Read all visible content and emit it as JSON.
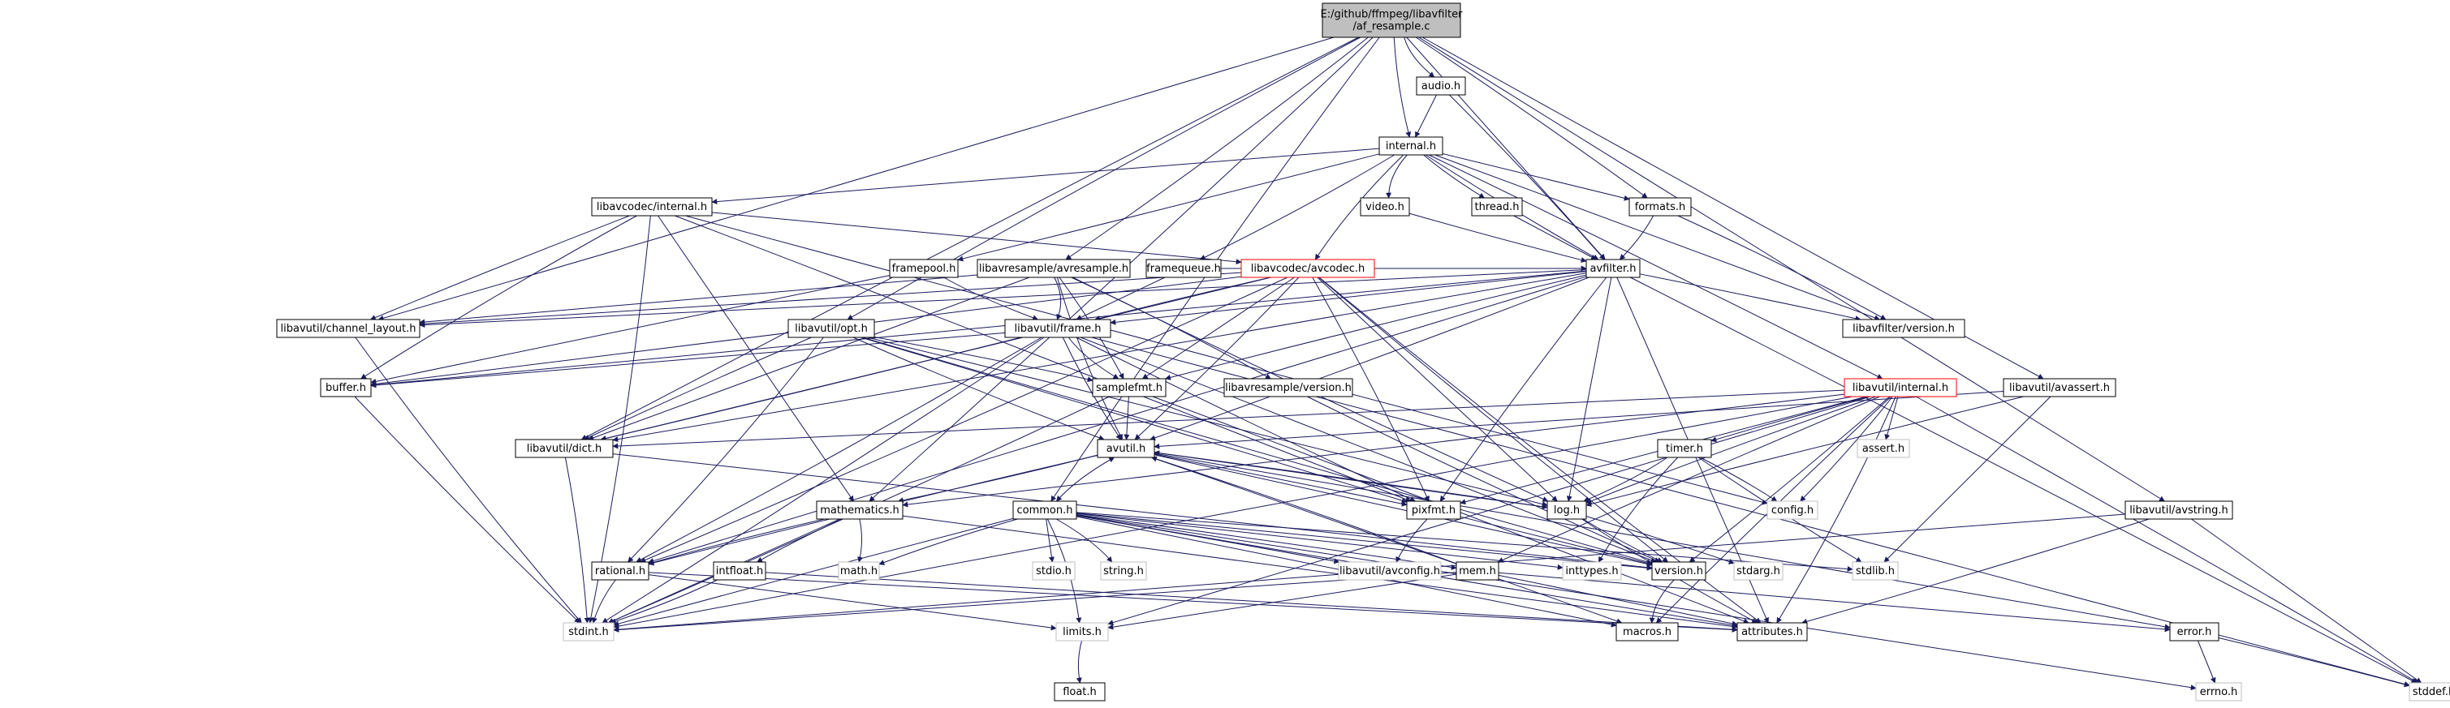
{
  "diagram": {
    "nodes": [
      {
        "id": "root",
        "label": [
          "E:/github/ffmpeg/libavfilter",
          "/af_resample.c"
        ],
        "style": "root"
      },
      {
        "id": "audio",
        "label": [
          "audio.h"
        ],
        "style": "normal"
      },
      {
        "id": "internal",
        "label": [
          "internal.h"
        ],
        "style": "normal"
      },
      {
        "id": "lavc_internal",
        "label": [
          "libavcodec/internal.h"
        ],
        "style": "normal"
      },
      {
        "id": "video",
        "label": [
          "video.h"
        ],
        "style": "normal"
      },
      {
        "id": "thread",
        "label": [
          "thread.h"
        ],
        "style": "normal"
      },
      {
        "id": "formats",
        "label": [
          "formats.h"
        ],
        "style": "normal"
      },
      {
        "id": "framepool",
        "label": [
          "framepool.h"
        ],
        "style": "normal"
      },
      {
        "id": "avresample",
        "label": [
          "libavresample/avresample.h"
        ],
        "style": "normal"
      },
      {
        "id": "framequeue",
        "label": [
          "framequeue.h"
        ],
        "style": "normal"
      },
      {
        "id": "avcodec",
        "label": [
          "libavcodec/avcodec.h"
        ],
        "style": "red"
      },
      {
        "id": "avfilter",
        "label": [
          "avfilter.h"
        ],
        "style": "normal"
      },
      {
        "id": "channel_layout",
        "label": [
          "libavutil/channel_layout.h"
        ],
        "style": "normal"
      },
      {
        "id": "opt",
        "label": [
          "libavutil/opt.h"
        ],
        "style": "normal"
      },
      {
        "id": "frame",
        "label": [
          "libavutil/frame.h"
        ],
        "style": "normal"
      },
      {
        "id": "lavfi_version",
        "label": [
          "libavfilter/version.h"
        ],
        "style": "normal"
      },
      {
        "id": "buffer",
        "label": [
          "buffer.h"
        ],
        "style": "normal"
      },
      {
        "id": "samplefmt",
        "label": [
          "samplefmt.h"
        ],
        "style": "normal"
      },
      {
        "id": "avr_version",
        "label": [
          "libavresample/version.h"
        ],
        "style": "normal"
      },
      {
        "id": "lavu_internal",
        "label": [
          "libavutil/internal.h"
        ],
        "style": "red"
      },
      {
        "id": "avassert",
        "label": [
          "libavutil/avassert.h"
        ],
        "style": "normal"
      },
      {
        "id": "dict",
        "label": [
          "libavutil/dict.h"
        ],
        "style": "normal"
      },
      {
        "id": "avutil",
        "label": [
          "avutil.h"
        ],
        "style": "normal"
      },
      {
        "id": "timer",
        "label": [
          "timer.h"
        ],
        "style": "normal"
      },
      {
        "id": "assert",
        "label": [
          "assert.h"
        ],
        "style": "gray"
      },
      {
        "id": "mathematics",
        "label": [
          "mathematics.h"
        ],
        "style": "normal"
      },
      {
        "id": "common",
        "label": [
          "common.h"
        ],
        "style": "normal"
      },
      {
        "id": "pixfmt",
        "label": [
          "pixfmt.h"
        ],
        "style": "normal"
      },
      {
        "id": "log",
        "label": [
          "log.h"
        ],
        "style": "normal"
      },
      {
        "id": "config",
        "label": [
          "config.h"
        ],
        "style": "gray"
      },
      {
        "id": "avstring",
        "label": [
          "libavutil/avstring.h"
        ],
        "style": "normal"
      },
      {
        "id": "math",
        "label": [
          "math.h"
        ],
        "style": "gray"
      },
      {
        "id": "stdio",
        "label": [
          "stdio.h"
        ],
        "style": "gray"
      },
      {
        "id": "string",
        "label": [
          "string.h"
        ],
        "style": "gray"
      },
      {
        "id": "avconfig",
        "label": [
          "libavutil/avconfig.h"
        ],
        "style": "gray"
      },
      {
        "id": "mem",
        "label": [
          "mem.h"
        ],
        "style": "normal"
      },
      {
        "id": "inttypes",
        "label": [
          "inttypes.h"
        ],
        "style": "gray"
      },
      {
        "id": "version",
        "label": [
          "version.h"
        ],
        "style": "normal"
      },
      {
        "id": "stdarg",
        "label": [
          "stdarg.h"
        ],
        "style": "gray"
      },
      {
        "id": "stdlib",
        "label": [
          "stdlib.h"
        ],
        "style": "gray"
      },
      {
        "id": "rational",
        "label": [
          "rational.h"
        ],
        "style": "normal"
      },
      {
        "id": "intfloat",
        "label": [
          "intfloat.h"
        ],
        "style": "normal"
      },
      {
        "id": "stdint",
        "label": [
          "stdint.h"
        ],
        "style": "gray"
      },
      {
        "id": "limits",
        "label": [
          "limits.h"
        ],
        "style": "gray"
      },
      {
        "id": "macros",
        "label": [
          "macros.h"
        ],
        "style": "normal"
      },
      {
        "id": "attributes",
        "label": [
          "attributes.h"
        ],
        "style": "normal"
      },
      {
        "id": "error",
        "label": [
          "error.h"
        ],
        "style": "normal"
      },
      {
        "id": "float",
        "label": [
          "float.h"
        ],
        "style": "normal"
      },
      {
        "id": "errno",
        "label": [
          "errno.h"
        ],
        "style": "gray"
      },
      {
        "id": "stddef",
        "label": [
          "stddef.h"
        ],
        "style": "gray"
      }
    ],
    "edges": [
      [
        "root",
        "audio"
      ],
      [
        "root",
        "internal"
      ],
      [
        "root",
        "avfilter"
      ],
      [
        "root",
        "formats"
      ],
      [
        "root",
        "avresample"
      ],
      [
        "root",
        "opt"
      ],
      [
        "root",
        "avassert"
      ],
      [
        "root",
        "avstring"
      ],
      [
        "root",
        "mathematics"
      ],
      [
        "root",
        "channel_layout"
      ],
      [
        "root",
        "common"
      ],
      [
        "root",
        "dict"
      ],
      [
        "audio",
        "internal"
      ],
      [
        "audio",
        "avfilter"
      ],
      [
        "internal",
        "lavc_internal"
      ],
      [
        "internal",
        "video"
      ],
      [
        "internal",
        "thread"
      ],
      [
        "internal",
        "formats"
      ],
      [
        "internal",
        "framepool"
      ],
      [
        "internal",
        "framequeue"
      ],
      [
        "internal",
        "avcodec"
      ],
      [
        "internal",
        "avfilter"
      ],
      [
        "internal",
        "lavfi_version"
      ],
      [
        "internal",
        "lavu_internal"
      ],
      [
        "lavc_internal",
        "avcodec"
      ],
      [
        "lavc_internal",
        "buffer"
      ],
      [
        "lavc_internal",
        "channel_layout"
      ],
      [
        "lavc_internal",
        "mathematics"
      ],
      [
        "lavc_internal",
        "pixfmt"
      ],
      [
        "lavc_internal",
        "stdint"
      ],
      [
        "lavc_internal",
        "config"
      ],
      [
        "video",
        "avfilter"
      ],
      [
        "thread",
        "avfilter"
      ],
      [
        "formats",
        "avfilter"
      ],
      [
        "formats",
        "lavfi_version"
      ],
      [
        "framepool",
        "frame"
      ],
      [
        "framepool",
        "buffer"
      ],
      [
        "framequeue",
        "frame"
      ],
      [
        "framequeue",
        "avfilter"
      ],
      [
        "avresample",
        "frame"
      ],
      [
        "avresample",
        "avutil"
      ],
      [
        "avresample",
        "channel_layout"
      ],
      [
        "avresample",
        "dict"
      ],
      [
        "avresample",
        "samplefmt"
      ],
      [
        "avresample",
        "avr_version"
      ],
      [
        "avresample",
        "log"
      ],
      [
        "avcodec",
        "frame"
      ],
      [
        "avcodec",
        "samplefmt"
      ],
      [
        "avcodec",
        "avutil"
      ],
      [
        "avcodec",
        "buffer"
      ],
      [
        "avcodec",
        "channel_layout"
      ],
      [
        "avcodec",
        "dict"
      ],
      [
        "avcodec",
        "log"
      ],
      [
        "avcodec",
        "pixfmt"
      ],
      [
        "avcodec",
        "rational"
      ],
      [
        "avcodec",
        "attributes"
      ],
      [
        "avcodec",
        "version"
      ],
      [
        "avfilter",
        "frame"
      ],
      [
        "avfilter",
        "lavfi_version"
      ],
      [
        "avfilter",
        "avutil"
      ],
      [
        "avfilter",
        "samplefmt"
      ],
      [
        "avfilter",
        "pixfmt"
      ],
      [
        "avfilter",
        "log"
      ],
      [
        "avfilter",
        "dict"
      ],
      [
        "avfilter",
        "buffer"
      ],
      [
        "avfilter",
        "channel_layout"
      ],
      [
        "avfilter",
        "rational"
      ],
      [
        "avfilter",
        "attributes"
      ],
      [
        "avfilter",
        "stddef"
      ],
      [
        "opt",
        "rational"
      ],
      [
        "opt",
        "avutil"
      ],
      [
        "opt",
        "dict"
      ],
      [
        "opt",
        "log"
      ],
      [
        "opt",
        "pixfmt"
      ],
      [
        "opt",
        "samplefmt"
      ],
      [
        "opt",
        "version"
      ],
      [
        "frame",
        "avutil"
      ],
      [
        "frame",
        "buffer"
      ],
      [
        "frame",
        "dict"
      ],
      [
        "frame",
        "rational"
      ],
      [
        "frame",
        "samplefmt"
      ],
      [
        "frame",
        "pixfmt"
      ],
      [
        "frame",
        "version"
      ],
      [
        "frame",
        "stdint"
      ],
      [
        "frame",
        "stddef"
      ],
      [
        "channel_layout",
        "stdint"
      ],
      [
        "buffer",
        "stdint"
      ],
      [
        "samplefmt",
        "avutil"
      ],
      [
        "samplefmt",
        "attributes"
      ],
      [
        "samplefmt",
        "stdint"
      ],
      [
        "avr_version",
        "version"
      ],
      [
        "lavu_internal",
        "timer"
      ],
      [
        "lavu_internal",
        "assert"
      ],
      [
        "lavu_internal",
        "config"
      ],
      [
        "lavu_internal",
        "attributes"
      ],
      [
        "lavu_internal",
        "dict"
      ],
      [
        "lavu_internal",
        "macros"
      ],
      [
        "lavu_internal",
        "pixfmt"
      ],
      [
        "lavu_internal",
        "version"
      ],
      [
        "lavu_internal",
        "mathematics"
      ],
      [
        "lavu_internal",
        "log"
      ],
      [
        "lavu_internal",
        "mem"
      ],
      [
        "lavu_internal",
        "limits"
      ],
      [
        "lavu_internal",
        "stddef"
      ],
      [
        "lavu_internal",
        "stdint"
      ],
      [
        "avassert",
        "avutil"
      ],
      [
        "avassert",
        "log"
      ],
      [
        "avassert",
        "stdlib"
      ],
      [
        "dict",
        "stdint"
      ],
      [
        "dict",
        "version"
      ],
      [
        "avutil",
        "common"
      ],
      [
        "avutil",
        "error"
      ],
      [
        "avutil",
        "version"
      ],
      [
        "avutil",
        "macros"
      ],
      [
        "avutil",
        "mathematics"
      ],
      [
        "avutil",
        "rational"
      ],
      [
        "avutil",
        "log"
      ],
      [
        "avutil",
        "pixfmt"
      ],
      [
        "timer",
        "config"
      ],
      [
        "timer",
        "log"
      ],
      [
        "timer",
        "inttypes"
      ],
      [
        "timer",
        "stdlib"
      ],
      [
        "mathematics",
        "stdint"
      ],
      [
        "mathematics",
        "math"
      ],
      [
        "mathematics",
        "attributes"
      ],
      [
        "mathematics",
        "rational"
      ],
      [
        "mathematics",
        "intfloat"
      ],
      [
        "common",
        "errno"
      ],
      [
        "common",
        "inttypes"
      ],
      [
        "common",
        "limits"
      ],
      [
        "common",
        "math"
      ],
      [
        "common",
        "stdint"
      ],
      [
        "common",
        "stdio"
      ],
      [
        "common",
        "stdlib"
      ],
      [
        "common",
        "string"
      ],
      [
        "common",
        "attributes"
      ],
      [
        "common",
        "macros"
      ],
      [
        "common",
        "version"
      ],
      [
        "common",
        "avconfig"
      ],
      [
        "common",
        "mem"
      ],
      [
        "common",
        "avutil"
      ],
      [
        "pixfmt",
        "avconfig"
      ],
      [
        "pixfmt",
        "version"
      ],
      [
        "log",
        "stdarg"
      ],
      [
        "log",
        "avutil"
      ],
      [
        "log",
        "attributes"
      ],
      [
        "log",
        "version"
      ],
      [
        "avstring",
        "stddef"
      ],
      [
        "avstring",
        "stdint"
      ],
      [
        "avstring",
        "attributes"
      ],
      [
        "mem",
        "stdint"
      ],
      [
        "mem",
        "limits"
      ],
      [
        "mem",
        "attributes"
      ],
      [
        "mem",
        "error"
      ],
      [
        "mem",
        "avutil"
      ],
      [
        "version",
        "macros"
      ],
      [
        "rational",
        "stdint"
      ],
      [
        "rational",
        "limits"
      ],
      [
        "rational",
        "attributes"
      ],
      [
        "intfloat",
        "stdint"
      ],
      [
        "intfloat",
        "attributes"
      ],
      [
        "limits",
        "float"
      ],
      [
        "error",
        "errno"
      ],
      [
        "error",
        "stddef"
      ]
    ]
  }
}
